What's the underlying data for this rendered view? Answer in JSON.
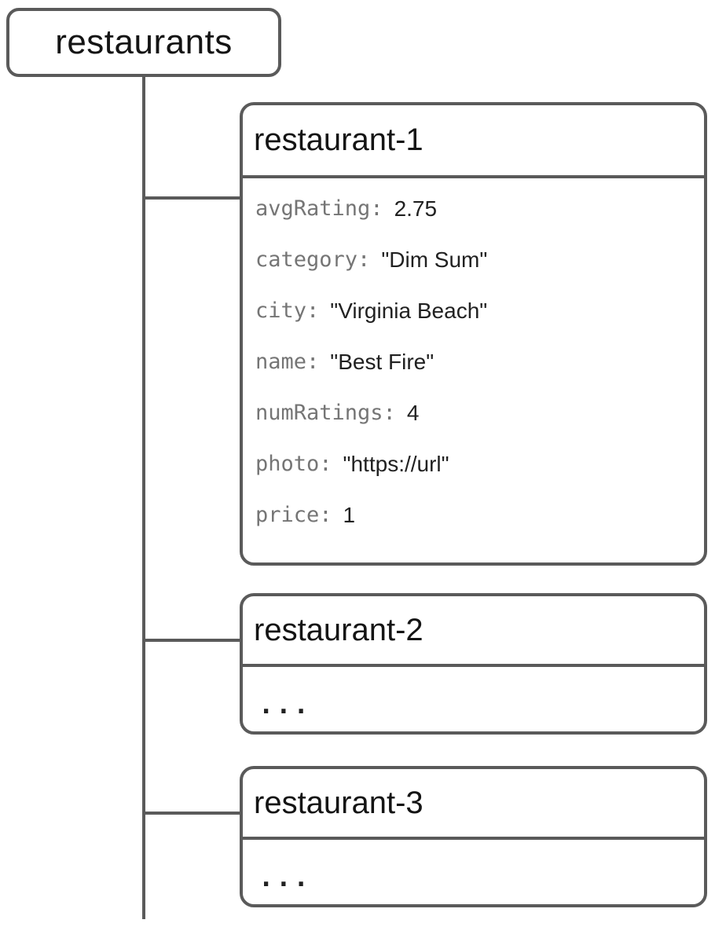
{
  "colors": {
    "line": "#5a5a5a",
    "key": "#757575",
    "value": "#212121",
    "title": "#141414",
    "bg": "#ffffff"
  },
  "tree": {
    "root": {
      "label": "restaurants"
    },
    "children": [
      {
        "title": "restaurant-1",
        "fields": [
          {
            "key": "avgRating:",
            "value": "2.75"
          },
          {
            "key": "category:",
            "value": "\"Dim Sum\""
          },
          {
            "key": "city:",
            "value": "\"Virginia Beach\""
          },
          {
            "key": "name:",
            "value": "\"Best Fire\""
          },
          {
            "key": "numRatings:",
            "value": "4"
          },
          {
            "key": "photo:",
            "value": "\"https://url\""
          },
          {
            "key": "price:",
            "value": "1"
          }
        ]
      },
      {
        "title": "restaurant-2",
        "ellipsis": "..."
      },
      {
        "title": "restaurant-3",
        "ellipsis": "..."
      }
    ]
  }
}
